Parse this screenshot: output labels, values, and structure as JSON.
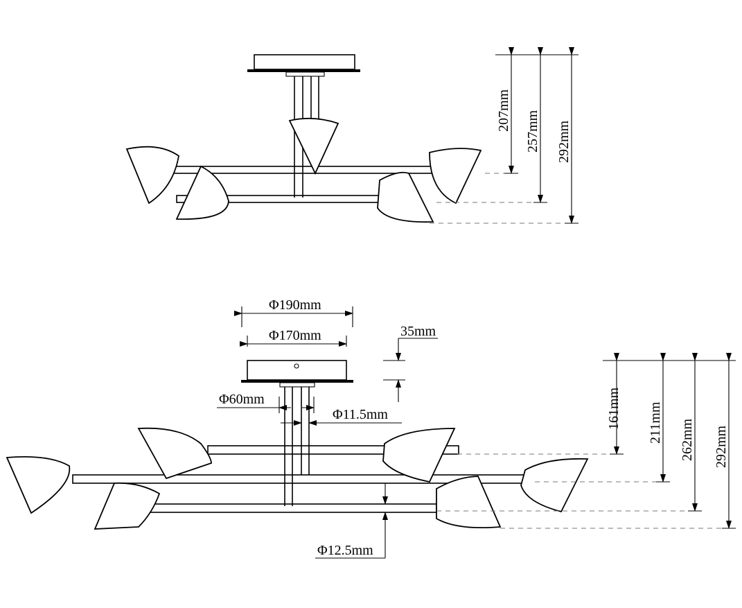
{
  "side_view_top": {
    "dimensions": [
      "207mm",
      "257mm",
      "292mm"
    ]
  },
  "side_view_bottom": {
    "canopy_outer_diameter": "Φ190mm",
    "canopy_inner_diameter": "Φ170mm",
    "canopy_height": "35mm",
    "stem_diameter": "Φ60mm",
    "rod_diameter": "Φ11.5mm",
    "arm_diameter": "Φ12.5mm",
    "dimensions": [
      "161mm",
      "211mm",
      "262mm",
      "292mm"
    ]
  }
}
